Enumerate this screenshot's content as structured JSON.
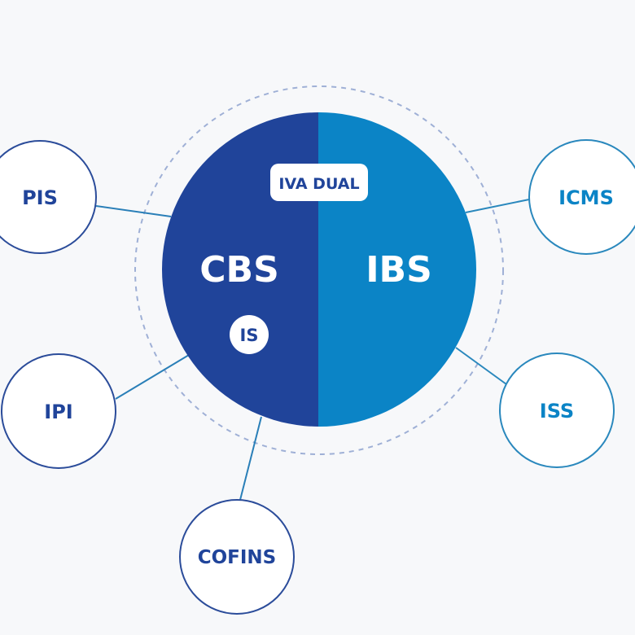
{
  "center": {
    "badge": "IVA DUAL",
    "left_label": "CBS",
    "right_label": "IBS",
    "sub_badge": "IS"
  },
  "satellites": {
    "pis": "PIS",
    "ipi": "IPI",
    "cofins": "COFINS",
    "icms": "ICMS",
    "iss": "ISS"
  },
  "colors": {
    "cbs_blue": "#20449a",
    "ibs_blue": "#0b84c6",
    "background": "#f7f8fa",
    "dashed_ring": "#9fb0d6",
    "connector_left": "#2a7fb8",
    "connector_right": "#2a88bd"
  }
}
